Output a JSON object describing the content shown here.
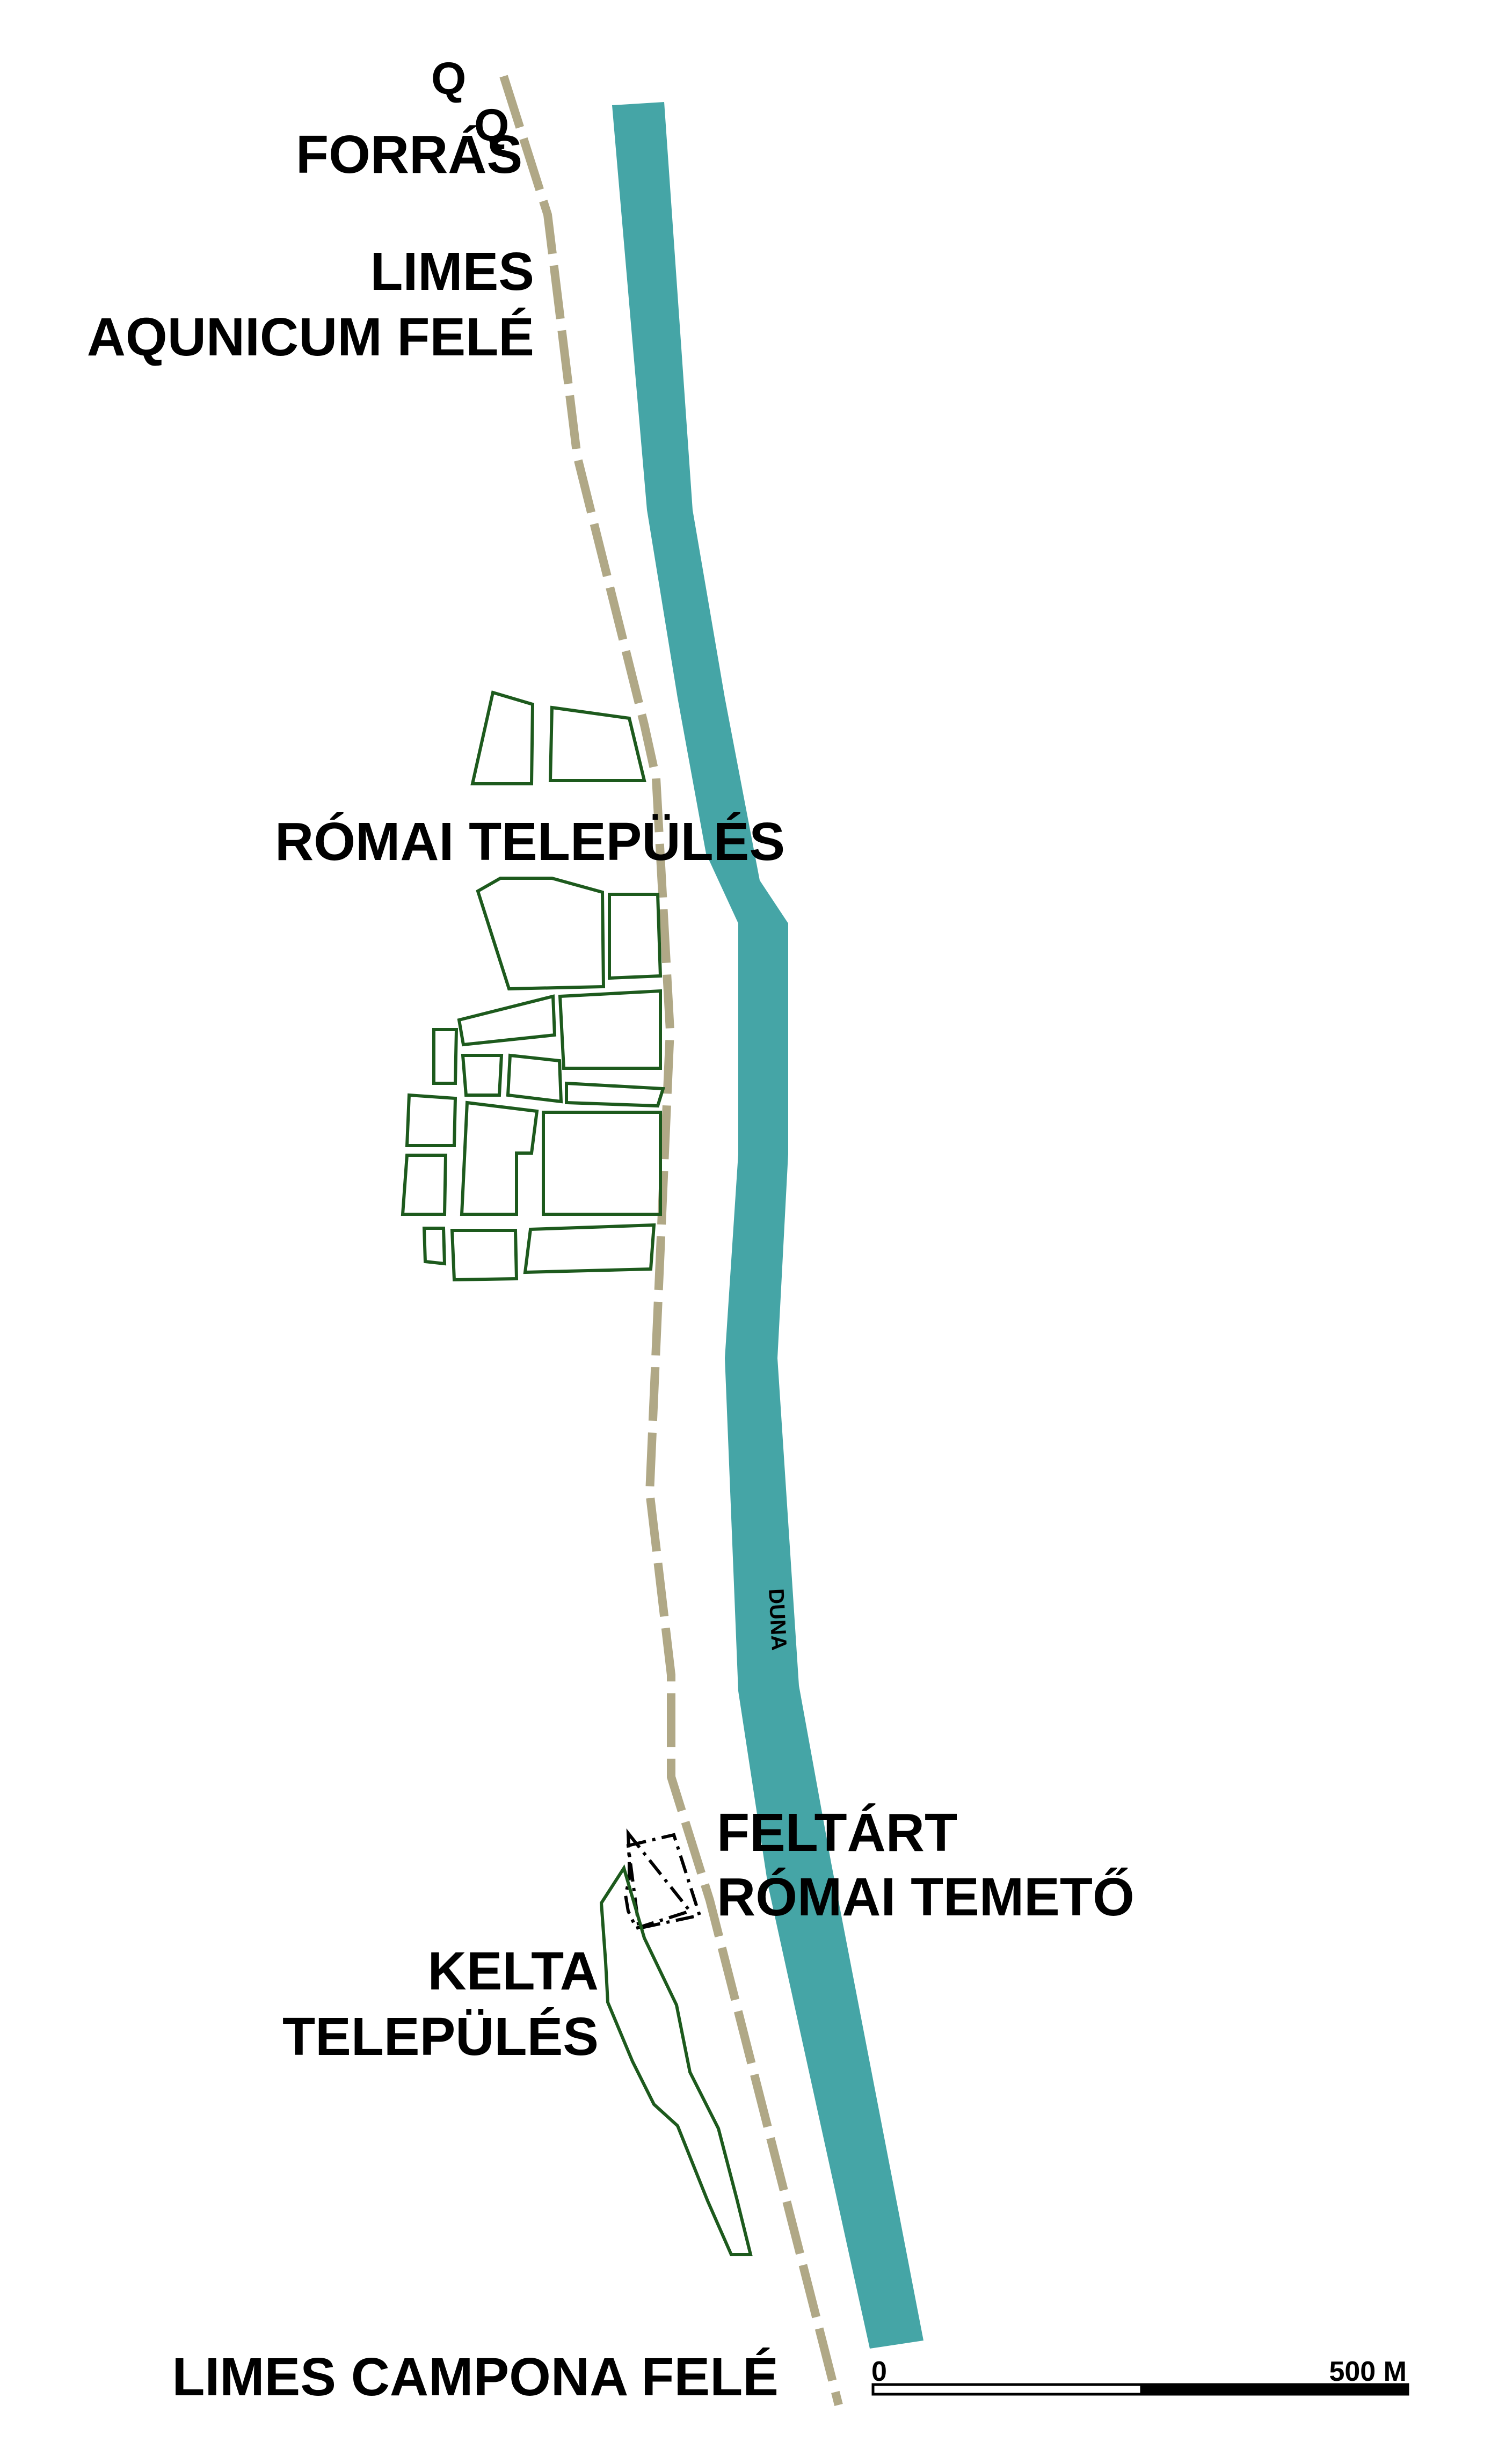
{
  "map": {
    "labels": {
      "spring_symbol_1": "Q",
      "spring_symbol_2": "Q",
      "forras": "FORRÁS",
      "limes_north_line1": "LIMES",
      "limes_north_line2": "AQUNICUM FELÉ",
      "roman_settlement": "RÓMAI TELEPÜLÉS",
      "cemetery_line1": "FELTÁRT",
      "cemetery_line2": "RÓMAI TEMETŐ",
      "celtic_line1": "KELTA",
      "celtic_line2": "TELEPÜLÉS",
      "limes_south": "LIMES CAMPONA FELÉ",
      "river": "DUNA"
    },
    "scale_bar": {
      "start_label": "0",
      "end_label": "500 M"
    },
    "colors": {
      "river": "#45a5a6",
      "limes_road": "#b0a886",
      "settlement_outline": "#1d5a1d",
      "cemetery_outline": "#000000",
      "text": "#000000",
      "background": "#ffffff"
    }
  }
}
